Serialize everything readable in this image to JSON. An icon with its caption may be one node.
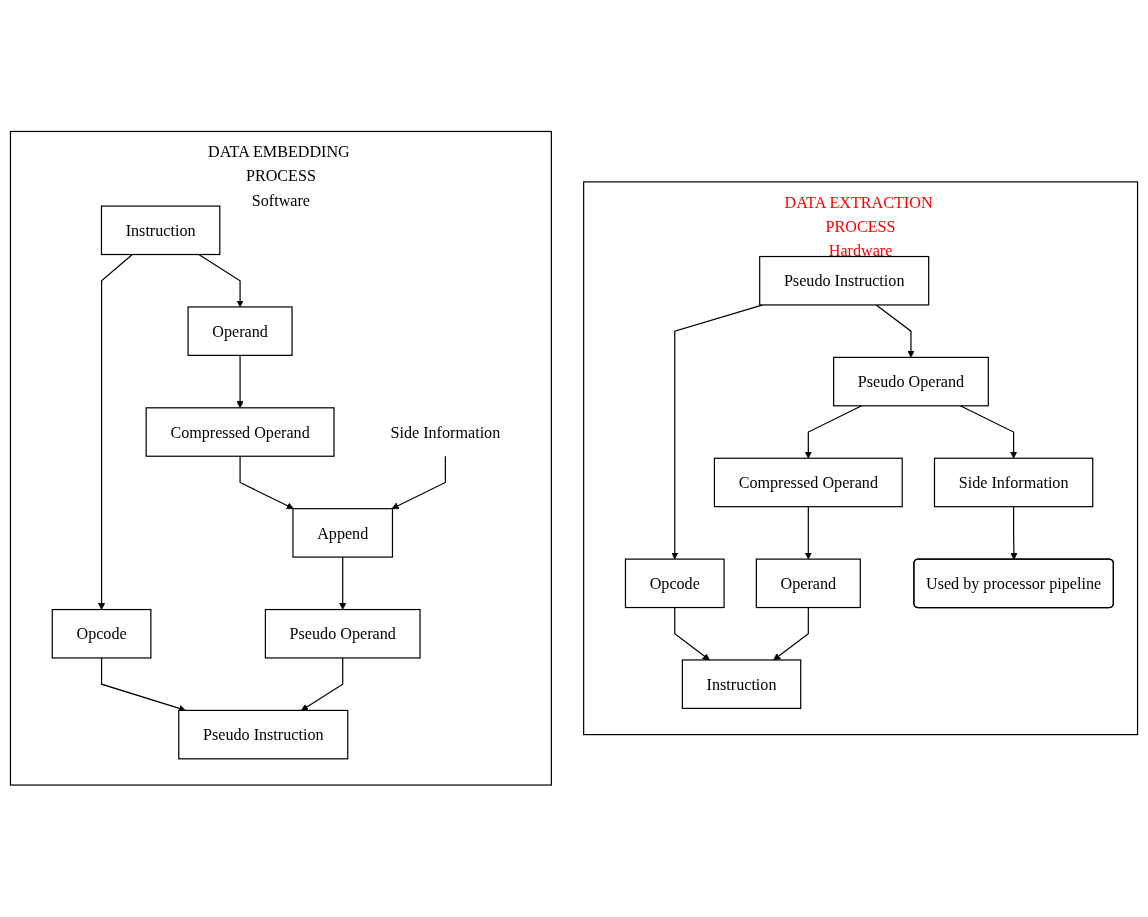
{
  "diagram": {
    "nodes": [
      {
        "text": [
          "DATA EMBEDDING PROCESS",
          "Software"
        ]
      },
      {
        "text": [
          "Instruction"
        ],
        "in": 0
      },
      {
        "text": [
          "Opcode"
        ],
        "in": 0
      },
      {
        "text": [
          "Operand"
        ],
        "in": 0
      },
      {
        "text": [
          "Compressed Operand"
        ],
        "in": 0
      },
      {
        "text": [
          "Append"
        ],
        "in": 0
      },
      {
        "text": [
          "Side Information"
        ],
        "in": 0
      },
      {
        "text": [
          "Pseudo Operand"
        ],
        "in": 0
      },
      {
        "text": [
          "Pseudo Instruction"
        ],
        "in": 0
      },
      {
        "text": [
          "DATA EXTRACTION PROCESS",
          "Hardware"
        ]
      },
      {
        "text": [
          "Pseudo Instruction"
        ],
        "in": 9
      },
      {
        "text": [
          "Opcode"
        ],
        "in": 9
      },
      {
        "text": [
          "Pseudo Operand"
        ],
        "in": 9
      },
      {
        "text": [
          "Compressed Operand"
        ],
        "in": 9
      },
      {
        "text": [
          "Side Information"
        ],
        "in": 9
      },
      {
        "text": [
          "Operand"
        ],
        "in": 9
      },
      {
        "text": [
          "Instruction"
        ],
        "in": 9
      },
      {
        "text": [
          "Used by processor pipeline"
        ],
        "in": 9
      }
    ],
    "edges": [
      {
        "from": 1,
        "to": 2,
        "arrow": "to"
      },
      {
        "from": 1,
        "to": 3,
        "arrow": "to"
      },
      {
        "from": 3,
        "to": 4,
        "arrow": "to"
      },
      {
        "from": 4,
        "to": 5,
        "arrow": "to"
      },
      {
        "from": 6,
        "to": 5,
        "arrow": "to"
      },
      {
        "from": 5,
        "to": 7,
        "arrow": "to"
      },
      {
        "from": 2,
        "to": 8,
        "arrow": "to"
      },
      {
        "from": 7,
        "to": 8,
        "arrow": "to"
      },
      {
        "from": 10,
        "to": 11,
        "arrow": "to"
      },
      {
        "from": 10,
        "to": 12,
        "arrow": "to"
      },
      {
        "from": 12,
        "to": 13,
        "arrow": "to"
      },
      {
        "from": 12,
        "to": 14,
        "arrow": "to"
      },
      {
        "from": 13,
        "to": 15,
        "arrow": "to"
      },
      {
        "from": 11,
        "to": 16,
        "arrow": "to"
      },
      {
        "from": 15,
        "to": 16,
        "arrow": "to"
      },
      {
        "from": 14,
        "to": 17,
        "arrow": "to"
      }
    ]
  }
}
